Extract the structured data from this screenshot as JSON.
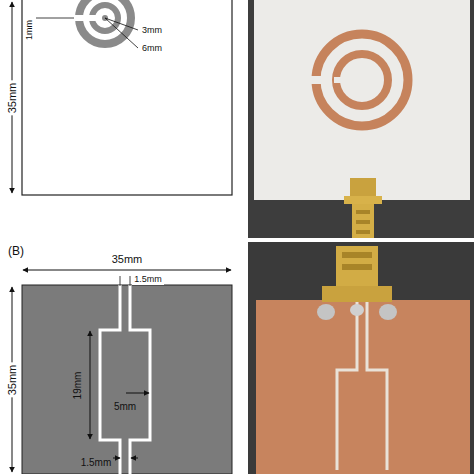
{
  "diagram": {
    "labels": [
      "35mm",
      "1mm",
      "3mm",
      "6mm",
      "(B)",
      "35mm",
      "1.5mm",
      "35mm",
      "19mm",
      "5mm",
      "1.5mm"
    ]
  }
}
